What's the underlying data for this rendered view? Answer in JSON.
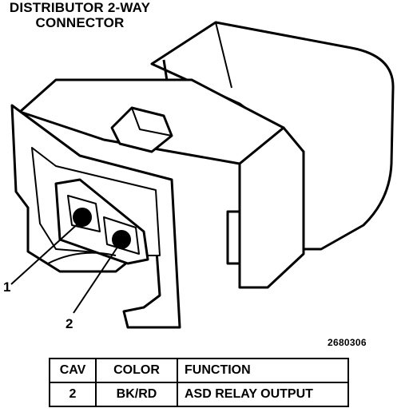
{
  "title": {
    "line1": "DISTRIBUTOR 2-WAY",
    "line2": "CONNECTOR"
  },
  "callouts": {
    "pin1": "1",
    "pin2": "2"
  },
  "figure_id": "2680306",
  "table": {
    "headers": {
      "cav": "CAV",
      "color": "COLOR",
      "function": "FUNCTION"
    },
    "rows": [
      {
        "cav": "2",
        "color": "BK/RD",
        "function": "ASD RELAY OUTPUT"
      }
    ]
  }
}
